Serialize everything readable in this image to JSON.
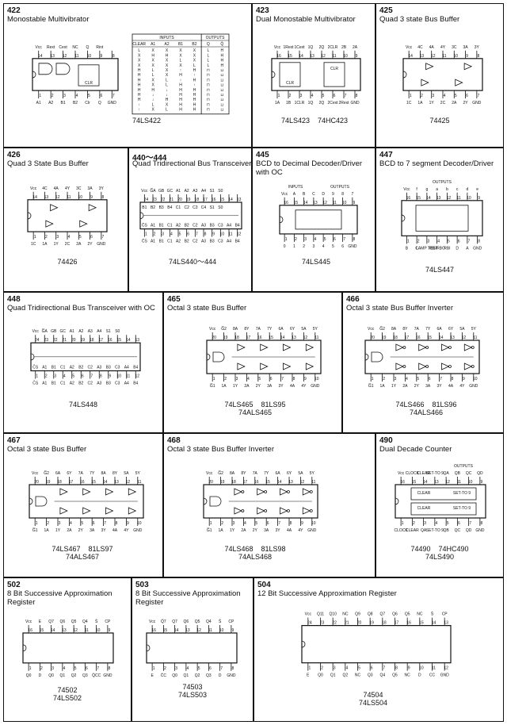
{
  "cells": [
    {
      "id": "c422",
      "num": "422",
      "title": "Monostable Multivibrator",
      "parts": "74LS422",
      "top": [
        "Vcc",
        "Rext\nCext",
        "Cext",
        "NC",
        "Q",
        "Rint"
      ],
      "topnums": [
        "14",
        "13",
        "12",
        "11",
        "10",
        "9",
        "8"
      ],
      "bot": [
        "A1",
        "A2",
        "B1",
        "B2",
        "Clr",
        "Q",
        "GND"
      ],
      "botnums": [
        "1",
        "2",
        "3",
        "4",
        "5",
        "6",
        "7"
      ],
      "table": {
        "inputs_label": "INPUTS",
        "outputs_label": "OUTPUTS",
        "headers": [
          "CLEAR",
          "A1",
          "A2",
          "B1",
          "B2",
          "Q",
          "Q̄"
        ],
        "rows": [
          [
            "L",
            "X",
            "X",
            "X",
            "X",
            "L",
            "H"
          ],
          [
            "X",
            "H",
            "H",
            "X",
            "X",
            "L",
            "H"
          ],
          [
            "X",
            "X",
            "X",
            "L",
            "X",
            "L",
            "H"
          ],
          [
            "X",
            "X",
            "X",
            "X",
            "L",
            "L",
            "H"
          ],
          [
            "H",
            "L",
            "X",
            "↑",
            "H",
            "⊓",
            "⊔"
          ],
          [
            "H",
            "L",
            "X",
            "H",
            "↑",
            "⊓",
            "⊔"
          ],
          [
            "H",
            "X",
            "L",
            "↑",
            "H",
            "⊓",
            "⊔"
          ],
          [
            "H",
            "X",
            "L",
            "H",
            "↑",
            "⊓",
            "⊔"
          ],
          [
            "H",
            "H",
            "↓",
            "H",
            "H",
            "⊓",
            "⊔"
          ],
          [
            "H",
            "↓",
            "↓",
            "H",
            "H",
            "⊓",
            "⊔"
          ],
          [
            "H",
            "↓",
            "H",
            "H",
            "H",
            "⊓",
            "⊔"
          ],
          [
            "↑",
            "L",
            "X",
            "H",
            "H",
            "⊓",
            "⊔"
          ],
          [
            "↑",
            "X",
            "L",
            "H",
            "H",
            "⊓",
            "⊔"
          ]
        ]
      }
    },
    {
      "id": "c423",
      "num": "423",
      "title": "Dual Monostable Multivibrator",
      "parts": "74LS423    74HC423",
      "top": [
        "Vcc",
        "1Rext\n1Cext",
        "1Cext",
        "1Q",
        "2Q",
        "2CLR",
        "2B",
        "2A"
      ],
      "topnums": [
        "16",
        "15",
        "14",
        "13",
        "12",
        "11",
        "10",
        "9"
      ],
      "bot": [
        "1A",
        "1B",
        "1CLR",
        "1Q",
        "2Q",
        "2Cext",
        "2Rext\n2Cext",
        "GND"
      ],
      "botnums": [
        "1",
        "2",
        "3",
        "4",
        "5",
        "6",
        "7",
        "8"
      ]
    },
    {
      "id": "c425",
      "num": "425",
      "title": "Quad 3 state Bus Buffer",
      "parts": "74425",
      "top": [
        "Vcc",
        "4C",
        "4A",
        "4Y",
        "3C",
        "3A",
        "3Y"
      ],
      "topnums": [
        "14",
        "13",
        "12",
        "11",
        "10",
        "9",
        "8"
      ],
      "bot": [
        "1C",
        "1A",
        "1Y",
        "2C",
        "2A",
        "2Y",
        "GND"
      ],
      "botnums": [
        "1",
        "2",
        "3",
        "4",
        "5",
        "6",
        "7"
      ]
    },
    {
      "id": "c426",
      "num": "426",
      "title": "Quad 3 State Bus Buffer",
      "parts": "74426",
      "top": [
        "Vcc",
        "4C",
        "4A",
        "4Y",
        "3C",
        "3A",
        "3Y"
      ],
      "topnums": [
        "14",
        "13",
        "12",
        "11",
        "10",
        "9",
        "8"
      ],
      "bot": [
        "1C",
        "1A",
        "1Y",
        "2C",
        "2A",
        "2Y",
        "GND"
      ],
      "botnums": [
        "1",
        "2",
        "3",
        "4",
        "5",
        "6",
        "7"
      ]
    },
    {
      "id": "c440",
      "num": "440～444",
      "title": "Quad Tridirectional Bus Transceiver",
      "parts": "74LS440～444",
      "top": [
        "Vcc",
        "G̅A",
        "GB",
        "GC",
        "A1",
        "A2",
        "A3",
        "A4",
        "S1",
        "S0"
      ],
      "top2": [
        "B1",
        "B2",
        "B3",
        "B4",
        "C1",
        "C2",
        "C3",
        "C4",
        "S1",
        "S0"
      ],
      "bot": [
        "C̄S",
        "A1",
        "B1",
        "C1",
        "A2",
        "B2",
        "C2",
        "A3",
        "B3",
        "C3",
        "A4",
        "B4",
        "C4",
        "GND"
      ],
      "topnums": [
        "24",
        "23",
        "22",
        "21",
        "20",
        "19",
        "18",
        "17",
        "16",
        "15",
        "14",
        "13"
      ],
      "botnums": [
        "1",
        "2",
        "3",
        "4",
        "5",
        "6",
        "7",
        "8",
        "9",
        "10",
        "11",
        "12"
      ]
    },
    {
      "id": "c445",
      "num": "445",
      "title": "BCD to Decimal Decoder/Driver\nwith OC",
      "parts": "74LS445",
      "inputs_label": "INPUTS",
      "outputs_label": "OUTPUTS",
      "top": [
        "Vcc",
        "A",
        "B",
        "C",
        "D",
        "9",
        "8",
        "7"
      ],
      "bot": [
        "0",
        "1",
        "2",
        "3",
        "4",
        "5",
        "6",
        "GND"
      ],
      "topnums": [
        "16",
        "15",
        "14",
        "13",
        "12",
        "11",
        "10",
        "9"
      ],
      "botnums": [
        "1",
        "2",
        "3",
        "4",
        "5",
        "6",
        "7",
        "8"
      ]
    },
    {
      "id": "c447",
      "num": "447",
      "title": "BCD to 7 segment Decoder/Driver",
      "parts": "74LS447",
      "outputs_label": "OUTPUTS",
      "top": [
        "Vcc",
        "f",
        "g",
        "a",
        "b",
        "c",
        "d",
        "e"
      ],
      "bot": [
        "B",
        "C",
        "LAMP TEST",
        "RBI/RBO",
        "RBI",
        "D",
        "A",
        "GND"
      ],
      "botlabels": "LAMP   RBI/   RBI      TEST    OUT-   IN-           PUT     PUT",
      "topnums": [
        "16",
        "15",
        "14",
        "13",
        "12",
        "11",
        "10",
        "9"
      ],
      "botnums": [
        "1",
        "2",
        "3",
        "4",
        "5",
        "6",
        "7",
        "8"
      ]
    },
    {
      "id": "c448",
      "num": "448",
      "title": "Quad Tridirectional Bus Transceiver with OC",
      "parts": "74LS448",
      "top": [
        "Vcc",
        "G̅A",
        "GB",
        "GC",
        "A1",
        "A2",
        "A3",
        "A4",
        "S1",
        "S0"
      ],
      "bot": [
        "C̄S",
        "A1",
        "B1",
        "C1",
        "A2",
        "B2",
        "C2",
        "A3",
        "B3",
        "C3",
        "A4",
        "B4",
        "C4",
        "GND"
      ],
      "topnums": [
        "24",
        "23",
        "22",
        "21",
        "20",
        "19",
        "18",
        "17",
        "16",
        "15",
        "14",
        "13"
      ],
      "botnums": [
        "1",
        "2",
        "3",
        "4",
        "5",
        "6",
        "7",
        "8",
        "9",
        "10",
        "11",
        "12"
      ]
    },
    {
      "id": "c465",
      "num": "465",
      "title": "Octal 3 state Bus Buffer",
      "parts": "74LS465    81LS95\n74ALS465",
      "top": [
        "Vcc",
        "G̅2",
        "8A",
        "8Y",
        "7A",
        "7Y",
        "6A",
        "6Y",
        "5A",
        "5Y"
      ],
      "topnums": [
        "20",
        "19",
        "18",
        "17",
        "16",
        "15",
        "14",
        "13",
        "12",
        "11"
      ],
      "bot": [
        "G̅1",
        "1A",
        "1Y",
        "2A",
        "2Y",
        "3A",
        "3Y",
        "4A",
        "4Y",
        "GND"
      ],
      "botnums": [
        "1",
        "2",
        "3",
        "4",
        "5",
        "6",
        "7",
        "8",
        "9",
        "10"
      ]
    },
    {
      "id": "c466",
      "num": "466",
      "title": "Octal 3 state Bus Buffer Inverter",
      "parts": "74LS466    81LS96\n74ALS466",
      "top": [
        "Vcc",
        "G̅2",
        "8A",
        "8Y",
        "7A",
        "7Y",
        "6A",
        "6Y",
        "5A",
        "5Y"
      ],
      "topnums": [
        "20",
        "19",
        "18",
        "17",
        "16",
        "15",
        "14",
        "13",
        "12",
        "11"
      ],
      "bot": [
        "G̅1",
        "1A",
        "1Y",
        "2A",
        "2Y",
        "3A",
        "3Y",
        "4A",
        "4Y",
        "GND"
      ],
      "botnums": [
        "1",
        "2",
        "3",
        "4",
        "5",
        "6",
        "7",
        "8",
        "9",
        "10"
      ]
    },
    {
      "id": "c467",
      "num": "467",
      "title": "Octal 3 state Bus Buffer",
      "parts": "74LS467    81LS97\n74ALS467",
      "top": [
        "Vcc",
        "G̅2",
        "6A",
        "6Y",
        "7A",
        "7Y",
        "8A",
        "8Y",
        "5A",
        "5Y"
      ],
      "topnums": [
        "20",
        "19",
        "18",
        "17",
        "16",
        "15",
        "14",
        "13",
        "12",
        "11"
      ],
      "bot": [
        "G̅1",
        "1A",
        "1Y",
        "2A",
        "2Y",
        "3A",
        "3Y",
        "4A",
        "4Y",
        "GND"
      ],
      "botnums": [
        "1",
        "2",
        "3",
        "4",
        "5",
        "6",
        "7",
        "8",
        "9",
        "10"
      ]
    },
    {
      "id": "c468",
      "num": "468",
      "title": "Octal 3 state Bus Buffer Inverter",
      "parts": "74LS468    81LS98\n74ALS468",
      "top": [
        "Vcc",
        "G̅2",
        "8A",
        "8Y",
        "7A",
        "7Y",
        "6A",
        "6Y",
        "5A",
        "5Y"
      ],
      "topnums": [
        "20",
        "19",
        "18",
        "17",
        "16",
        "15",
        "14",
        "13",
        "12",
        "11"
      ],
      "bot": [
        "G̅1",
        "1A",
        "1Y",
        "2A",
        "2Y",
        "3A",
        "3Y",
        "4A",
        "4Y",
        "GND"
      ],
      "botnums": [
        "1",
        "2",
        "3",
        "4",
        "5",
        "6",
        "7",
        "8",
        "9",
        "10"
      ]
    },
    {
      "id": "c490",
      "num": "490",
      "title": "Dual Decade Counter",
      "parts": "74490    74HC490\n74LS490",
      "outputs_label": "OUTPUTS",
      "top": [
        "Vcc",
        "CLOCK",
        "CLEAR",
        "SET-TO 9",
        "QA",
        "QB",
        "QC",
        "QD"
      ],
      "topnums": [
        "16",
        "15",
        "14",
        "13",
        "12",
        "11",
        "10",
        "9"
      ],
      "bot": [
        "CLOCK",
        "CLEAR",
        "QA",
        "SET-TO 9",
        "QB",
        "QC",
        "QD",
        "GND"
      ],
      "botnums": [
        "1",
        "2",
        "3",
        "4",
        "5",
        "6",
        "7",
        "8"
      ],
      "clear": "CLEAR",
      "set9": "SET-TO 9"
    },
    {
      "id": "c502",
      "num": "502",
      "title": "8 Bit Successive Approximation\nRegister",
      "parts": "74502\n74LS502",
      "top": [
        "Vcc",
        "E",
        "Q7",
        "Q6",
        "Q5",
        "Q4",
        "S̄",
        "CP"
      ],
      "topnums": [
        "16",
        "15",
        "14",
        "13",
        "12",
        "11",
        "10",
        "9"
      ],
      "bot": [
        "Q0",
        "D",
        "Q0",
        "Q1",
        "Q2",
        "Q3",
        "Q̄CC",
        "GND"
      ],
      "botnums": [
        "1",
        "2",
        "3",
        "4",
        "5",
        "6",
        "7",
        "8"
      ]
    },
    {
      "id": "c503",
      "num": "503",
      "title": "8 Bit Successive Approximation\nRegister",
      "parts": "74503\n74LS503",
      "top": [
        "Vcc",
        "Q̄7",
        "Q7",
        "Q6",
        "Q5",
        "Q4",
        "S̄",
        "CP"
      ],
      "topnums": [
        "16",
        "15",
        "14",
        "13",
        "12",
        "11",
        "10",
        "9"
      ],
      "bot": [
        "E",
        "C̄C",
        "Q0",
        "Q1",
        "Q2",
        "Q3",
        "D",
        "GND"
      ],
      "botnums": [
        "1",
        "2",
        "3",
        "4",
        "5",
        "6",
        "7",
        "8"
      ]
    },
    {
      "id": "c504",
      "num": "504",
      "title": "12 Bit Successive Approximation Register",
      "parts": "74504\n74LS504",
      "top": [
        "Vcc",
        "Q11",
        "Q10",
        "NC",
        "Q9",
        "Q8",
        "Q7",
        "Q6",
        "Q5",
        "NC",
        "S̄",
        "CP"
      ],
      "topnums": [
        "24",
        "23",
        "22",
        "21",
        "20",
        "19",
        "18",
        "17",
        "16",
        "15",
        "14",
        "13"
      ],
      "bot": [
        "E",
        "Q0",
        "Q1",
        "Q2",
        "NC",
        "Q3",
        "Q4",
        "Q5",
        "NC",
        "D",
        "CC",
        "GND"
      ],
      "botnums": [
        "1",
        "2",
        "3",
        "4",
        "5",
        "6",
        "7",
        "8",
        "9",
        "10",
        "11",
        "12"
      ]
    }
  ]
}
